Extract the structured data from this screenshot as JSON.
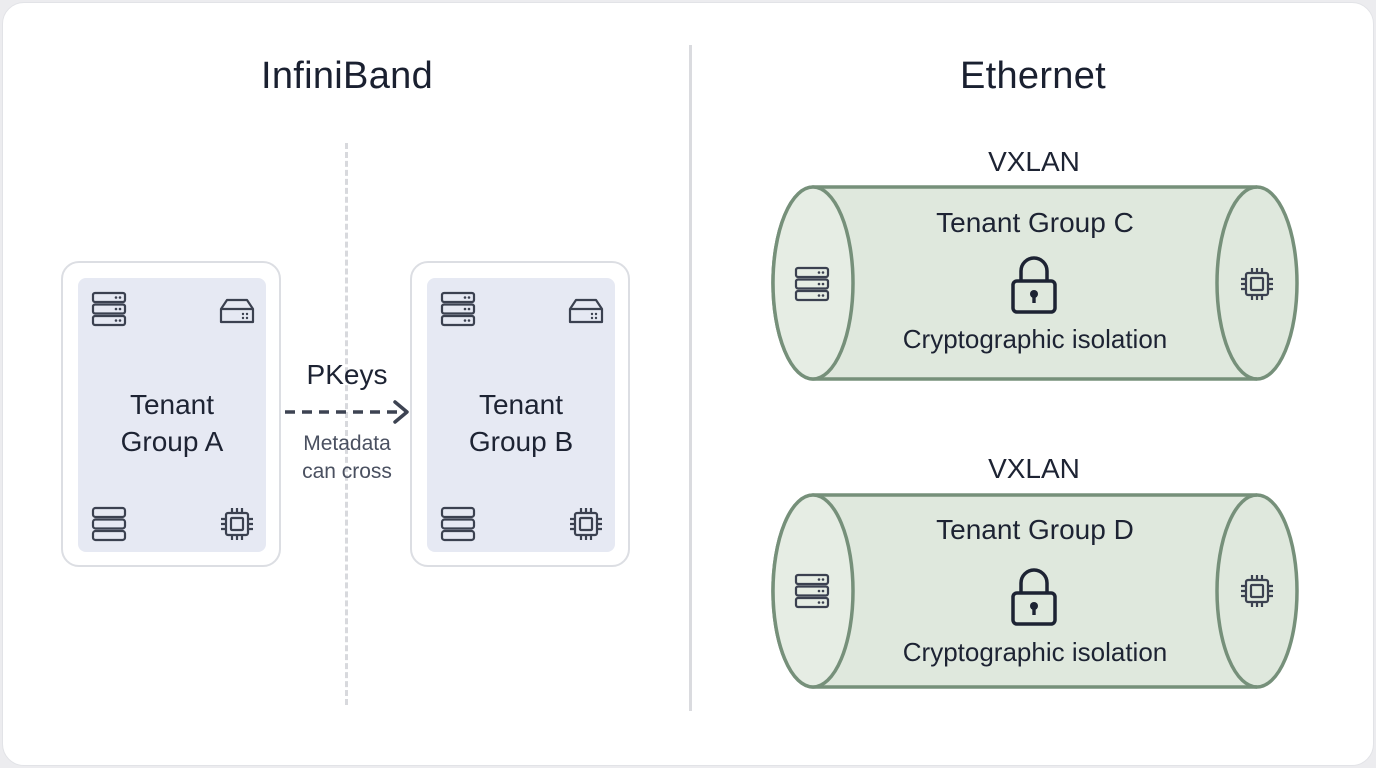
{
  "infiniband": {
    "title": "InfiniBand",
    "group_a": {
      "line1": "Tenant",
      "line2": "Group A"
    },
    "group_b": {
      "line1": "Tenant",
      "line2": "Group B"
    },
    "arrow_label": "PKeys",
    "arrow_note_line1": "Metadata",
    "arrow_note_line2": "can cross"
  },
  "ethernet": {
    "title": "Ethernet",
    "tunnels": [
      {
        "protocol": "VXLAN",
        "title": "Tenant Group C",
        "subtitle": "Cryptographic isolation"
      },
      {
        "protocol": "VXLAN",
        "title": "Tenant Group D",
        "subtitle": "Cryptographic isolation"
      }
    ]
  },
  "icons": [
    "server-icon",
    "storage-drive-icon",
    "database-icon",
    "cpu-chip-icon",
    "lock-icon",
    "dashed-arrow-icon"
  ],
  "colors": {
    "tenant_fill": "#e6e9f3",
    "tunnel_fill": "#dfe8dd",
    "tunnel_stroke": "#76907a",
    "icon_stroke": "#3b4150",
    "divider": "#dadbdf"
  }
}
